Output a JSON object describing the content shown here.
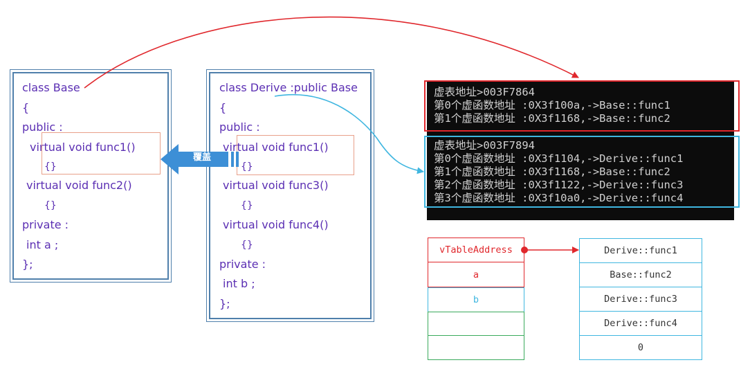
{
  "base_class": {
    "lines": [
      "class Base",
      "{",
      "public :",
      "virtual void func1()",
      "{}",
      "virtual void func2()",
      "{}",
      "private :",
      "int a ;",
      "};"
    ]
  },
  "derive_class": {
    "lines": [
      "class Derive :public Base",
      "{",
      "public :",
      "virtual void func1()",
      "{}",
      "virtual void func3()",
      "{}",
      "virtual void func4()",
      "{}",
      "private :",
      "int b ;",
      "};"
    ]
  },
  "override_label": "覆盖",
  "console_base": {
    "lines": [
      "虚表地址>003F7864",
      "第0个虚函数地址 :0X3f100a,->Base::func1",
      "第1个虚函数地址 :0X3f1168,->Base::func2"
    ]
  },
  "console_derive": {
    "lines": [
      "虚表地址>003F7894",
      "第0个虚函数地址 :0X3f1104,->Derive::func1",
      "第1个虚函数地址 :0X3f1168,->Base::func2",
      "第2个虚函数地址 :0X3f1122,->Derive::func3",
      "第3个虚函数地址 :0X3f10a0,->Derive::func4"
    ]
  },
  "object_layout": {
    "cells": [
      "vTableAddress",
      "a",
      "b",
      "",
      ""
    ]
  },
  "vtable": {
    "cells": [
      "Derive::func1",
      "Base::func2",
      "Derive::func3",
      "Derive::func4",
      "0"
    ]
  },
  "colors": {
    "code_text": "#5b2fb3",
    "box_border": "#4f7fab",
    "highlight": "#e8a08a",
    "red": "#e0272c",
    "cyan": "#3fb6e0",
    "green": "#3aaa5c",
    "arrow_blue": "#3d8fd6"
  }
}
